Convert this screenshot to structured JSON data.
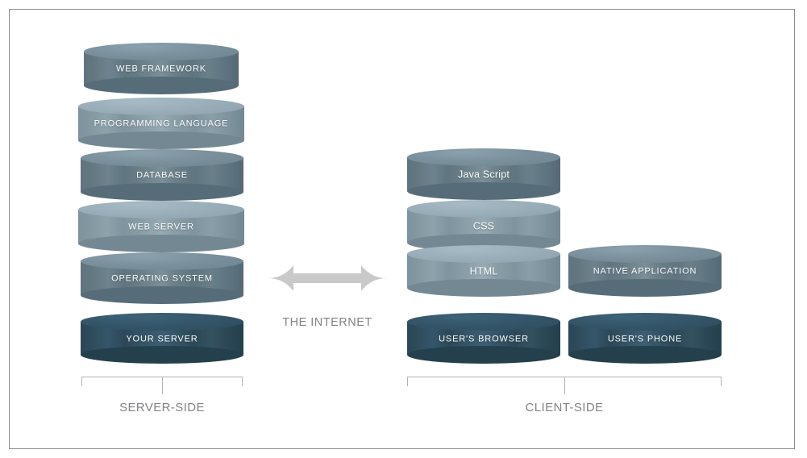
{
  "diagram": {
    "title": "Web application architecture: server-side and client-side stacks",
    "internet_label": "THE INTERNET",
    "colors": {
      "medium_slate": "#6b8089",
      "light_slate": "#8a9ea8",
      "dark_slate": "#2e4d5e",
      "arrow_gray": "#c9c9c9",
      "caption_gray": "#808285",
      "bracket_gray": "#b3b3b3",
      "frame_gray": "#8d8d8d",
      "label_white": "#ffffff",
      "background": "#ffffff"
    },
    "server_side": {
      "caption": "SERVER-SIDE",
      "layers": [
        {
          "label": "WEB FRAMEWORK",
          "tone": "medium"
        },
        {
          "label": "PROGRAMMING LANGUAGE",
          "tone": "light"
        },
        {
          "label": "DATABASE",
          "tone": "medium"
        },
        {
          "label": "WEB SERVER",
          "tone": "light"
        },
        {
          "label": "OPERATING SYSTEM",
          "tone": "medium"
        },
        {
          "label": "YOUR SERVER",
          "tone": "dark"
        }
      ]
    },
    "client_side": {
      "caption": "CLIENT-SIDE",
      "browser_stack": [
        {
          "label": "Java Script",
          "tone": "medium",
          "mixed_case": true
        },
        {
          "label": "CSS",
          "tone": "light",
          "mixed_case": false
        },
        {
          "label": "HTML",
          "tone": "light",
          "mixed_case": false
        },
        {
          "label": "USER'S BROWSER",
          "tone": "dark",
          "mixed_case": false
        }
      ],
      "phone_stack": [
        {
          "label": "NATIVE APPLICATION",
          "tone": "medium",
          "mixed_case": false
        },
        {
          "label": "USER'S PHONE",
          "tone": "dark",
          "mixed_case": false
        }
      ]
    }
  }
}
